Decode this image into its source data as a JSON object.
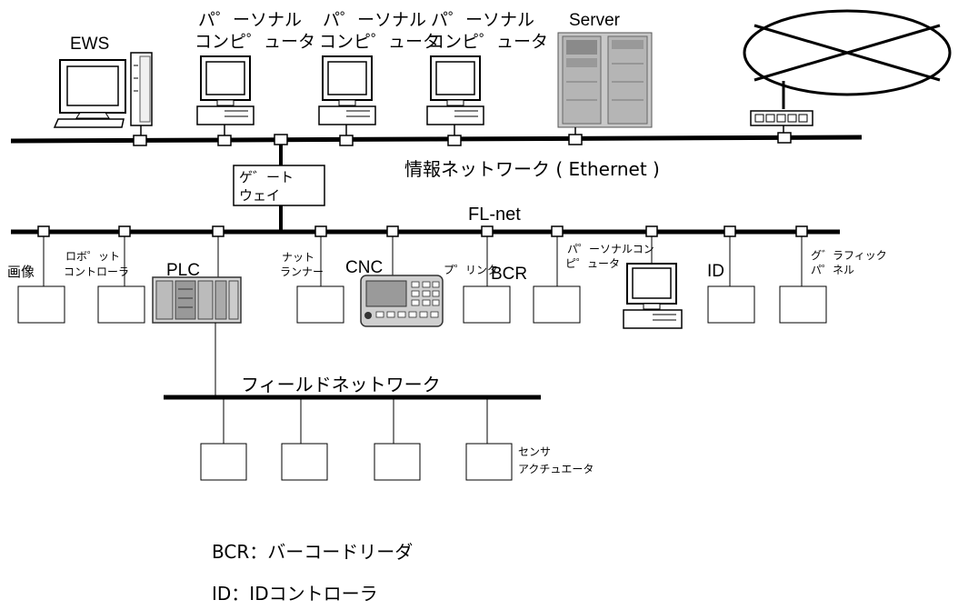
{
  "networks": {
    "info": "情報ネットワーク ( Ethernet )",
    "flnet": "FL-net",
    "field": "フィールドネットワーク"
  },
  "gateway": {
    "line1": "ゲ゛ート",
    "line2": "ウェイ"
  },
  "top_devices": {
    "ews": "EWS",
    "pc1_l1": "パ゜ーソナル",
    "pc1_l2": "コンピ゜ュータ",
    "pc2_l1": "パ゜ーソナル",
    "pc2_l2": "コンピ゜ュータ",
    "pc3_l1": "パ゜ーソナル",
    "pc3_l2": "コンピ゜ュータ",
    "server": "Server"
  },
  "fl_devices": {
    "image": "画像",
    "robot_l1": "ロボ゜ット",
    "robot_l2": "コントローラ",
    "plc": "PLC",
    "nut_l1": "ナット",
    "nut_l2": "ランナー",
    "cnc": "CNC",
    "printer": "プ゜リンタ",
    "bcr": "BCR",
    "pc_l1": "パ゜ーソナルコン",
    "pc_l2": "ピ゜ュータ",
    "id": "ID",
    "graphic_l1": "グ゛ラフィック",
    "graphic_l2": "パ゜ネル"
  },
  "field_devices": {
    "sensor_l1": "センサ",
    "sensor_l2": "アクチュエータ"
  },
  "legend": {
    "bcr": "BCR：バーコードリーダ",
    "id": "ID：IDコントローラ"
  },
  "icons": [
    "workstation-icon",
    "tower-icon",
    "desktop-pc-icon",
    "server-rack-icon",
    "cloud-network-icon",
    "hub-icon",
    "plc-icon",
    "cnc-panel-icon"
  ]
}
